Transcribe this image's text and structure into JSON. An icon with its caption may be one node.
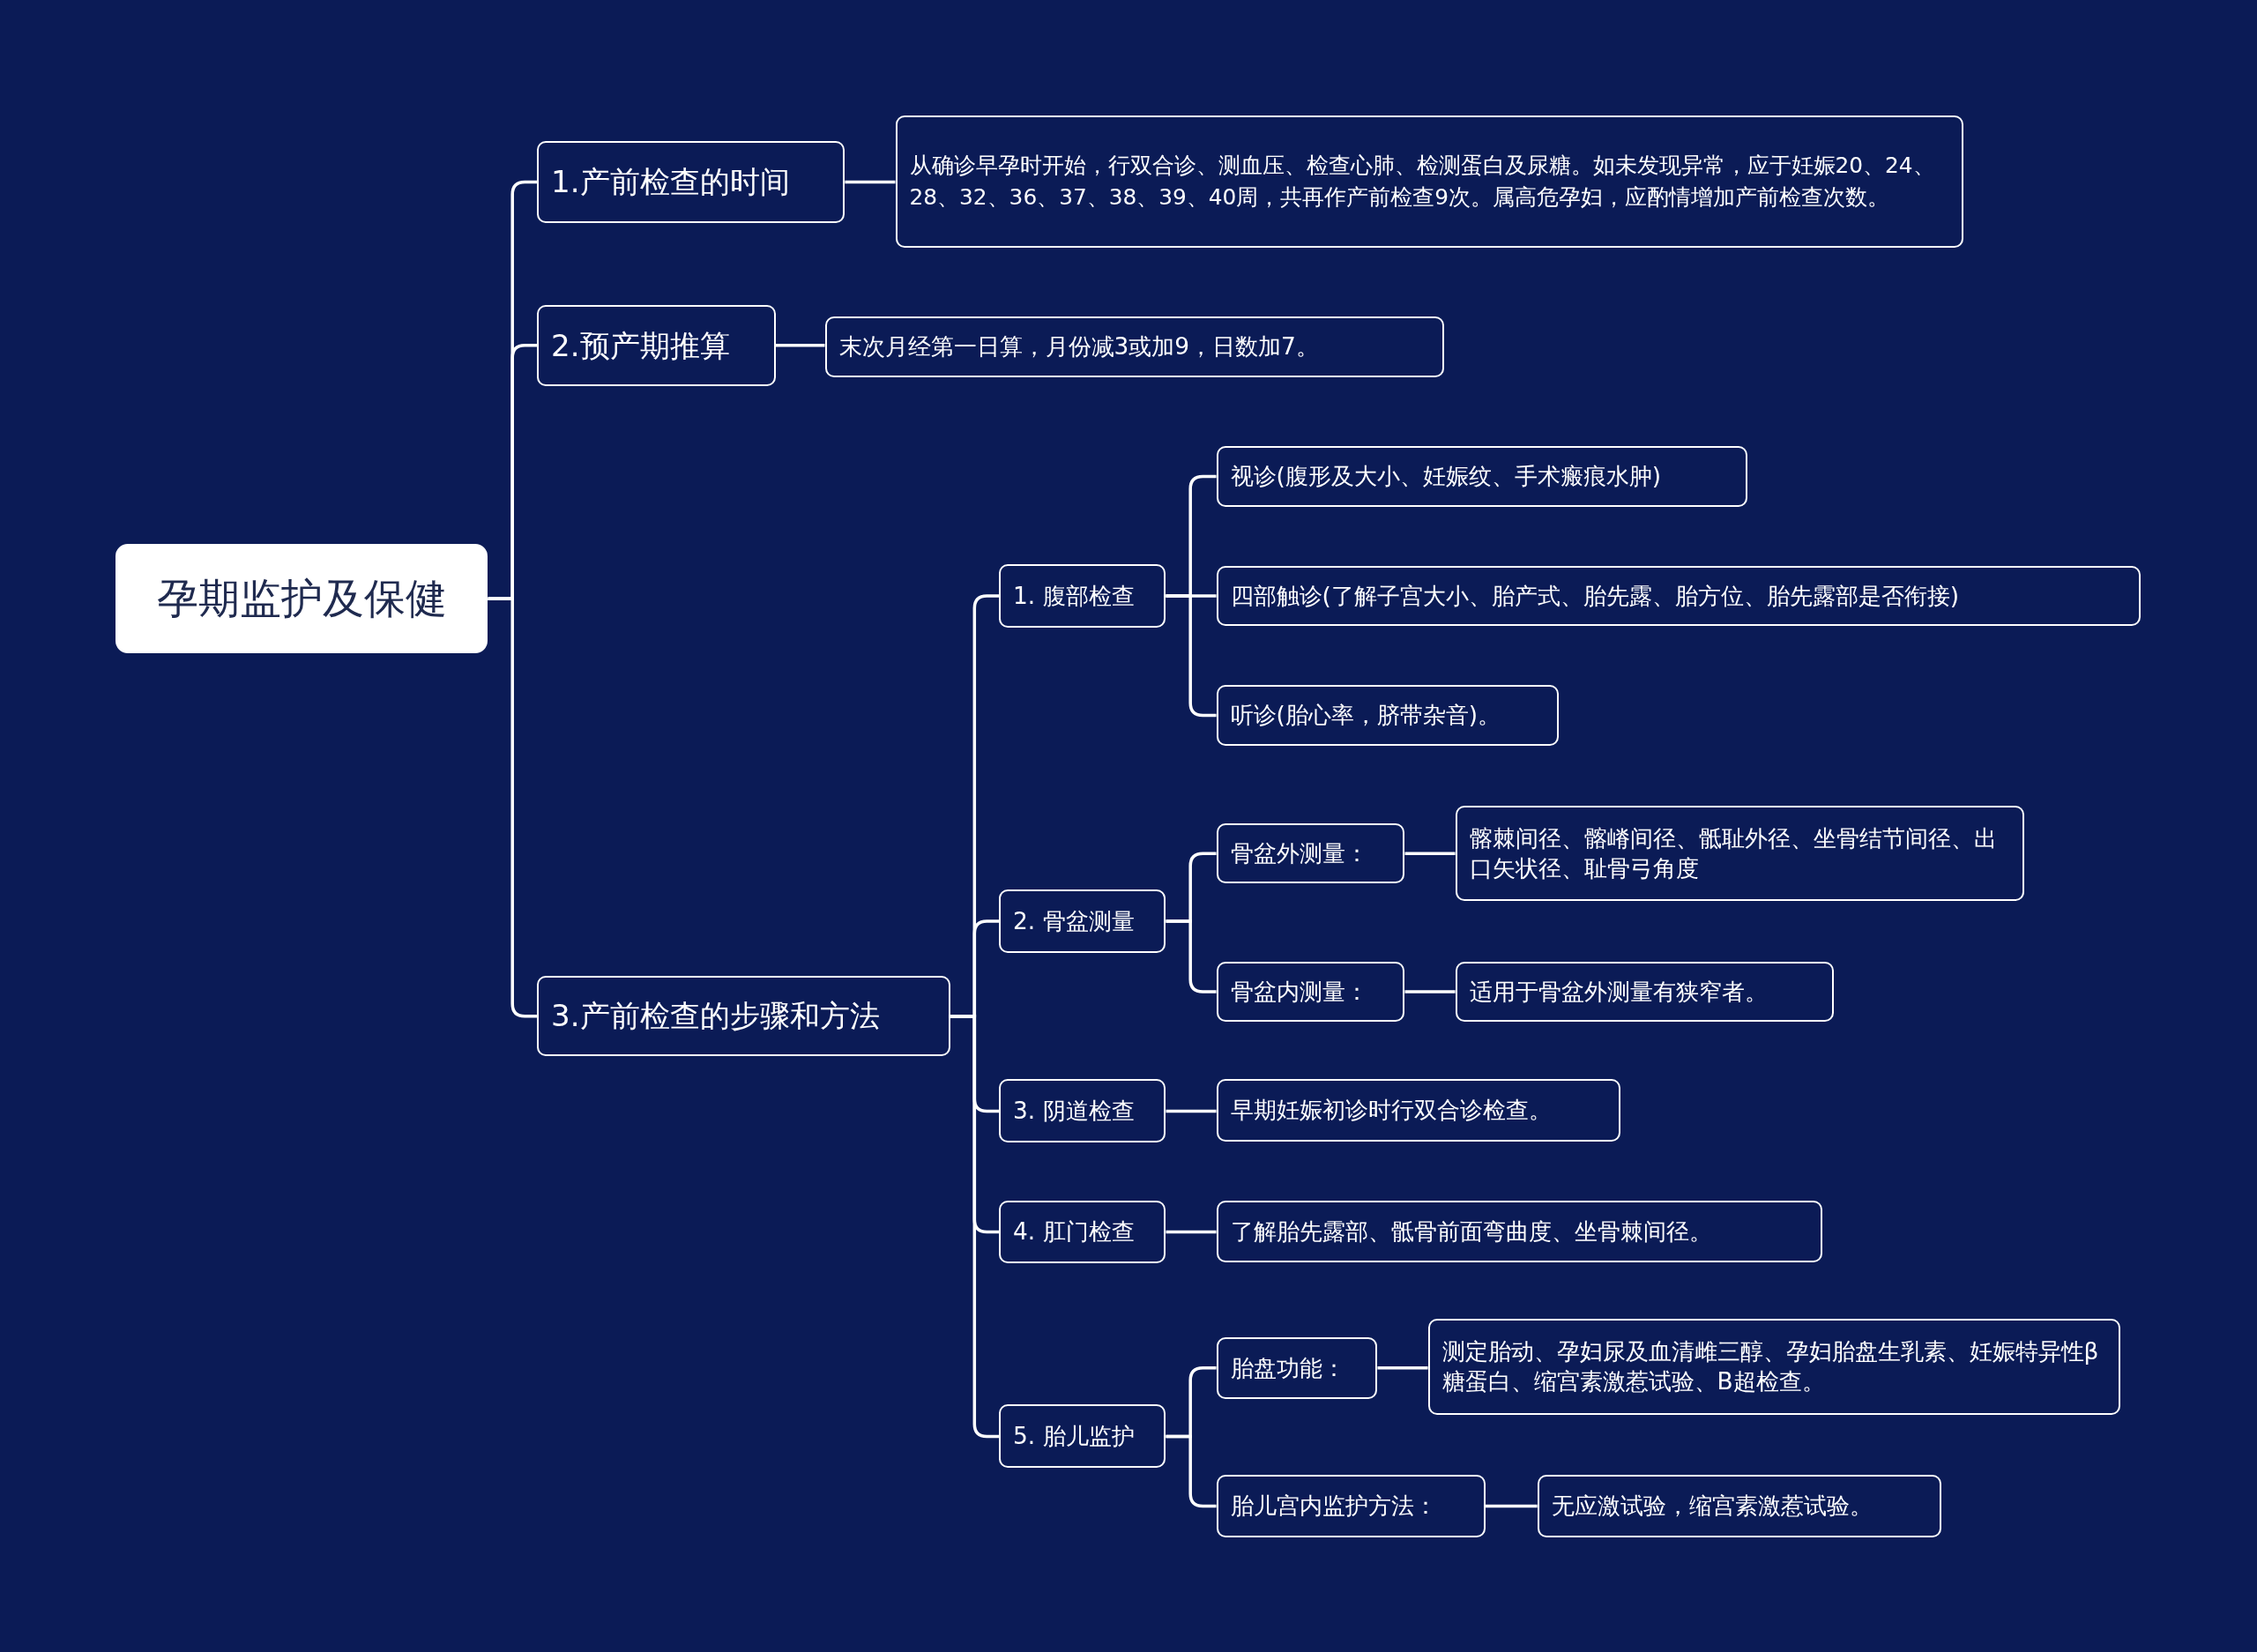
{
  "diagram": {
    "nodes": [
      {
        "text": [
          "孕期监护及保健"
        ]
      },
      {
        "text": [
          "1.产前检查的时间"
        ]
      },
      {
        "text": [
          "从确诊早孕时开始，行双合诊、测血压、检查心肺、检测蛋白及尿糖。如未发现异常，应于妊娠20、24、28、32、36、37、38、39、40周，共再作产前检查9次。属高危孕妇，应酌情增加产前检查次数。"
        ]
      },
      {
        "text": [
          "2.预产期推算"
        ]
      },
      {
        "text": [
          "末次月经第一日算，月份减3或加9，日数加7。"
        ]
      },
      {
        "text": [
          "3.产前检查的步骤和方法"
        ]
      },
      {
        "text": [
          "1. 腹部检查"
        ]
      },
      {
        "text": [
          "视诊(腹形及大小、妊娠纹、手术瘢痕水肿)"
        ]
      },
      {
        "text": [
          "四部触诊(了解子宫大小、胎产式、胎先露、胎方位、胎先露部是否衔接)"
        ]
      },
      {
        "text": [
          "听诊(胎心率，脐带杂音)。"
        ]
      },
      {
        "text": [
          "2. 骨盆测量"
        ]
      },
      {
        "text": [
          "骨盆外测量："
        ]
      },
      {
        "text": [
          "髂棘间径、髂嵴间径、骶耻外径、坐骨结节间径、出口矢状径、耻骨弓角度"
        ]
      },
      {
        "text": [
          "骨盆内测量："
        ]
      },
      {
        "text": [
          "适用于骨盆外测量有狭窄者。"
        ]
      },
      {
        "text": [
          "3. 阴道检查"
        ]
      },
      {
        "text": [
          "早期妊娠初诊时行双合诊检查。"
        ]
      },
      {
        "text": [
          "4. 肛门检查"
        ]
      },
      {
        "text": [
          "了解胎先露部、骶骨前面弯曲度、坐骨棘间径。"
        ]
      },
      {
        "text": [
          "5. 胎儿监护"
        ]
      },
      {
        "text": [
          "胎盘功能："
        ]
      },
      {
        "text": [
          "测定胎动、孕妇尿及血清雌三醇、孕妇胎盘生乳素、妊娠特异性β糖蛋白、缩宫素激惹试验、B超检查。"
        ]
      },
      {
        "text": [
          "胎儿宫内监护方法："
        ]
      },
      {
        "text": [
          "无应激试验，缩宫素激惹试验。"
        ]
      }
    ],
    "edges": [
      {
        "from": 0,
        "to": 1,
        "arrow": "none"
      },
      {
        "from": 1,
        "to": 2,
        "arrow": "none"
      },
      {
        "from": 0,
        "to": 3,
        "arrow": "none"
      },
      {
        "from": 3,
        "to": 4,
        "arrow": "none"
      },
      {
        "from": 0,
        "to": 5,
        "arrow": "none"
      },
      {
        "from": 5,
        "to": 6,
        "arrow": "none"
      },
      {
        "from": 6,
        "to": 7,
        "arrow": "none"
      },
      {
        "from": 6,
        "to": 8,
        "arrow": "none"
      },
      {
        "from": 6,
        "to": 9,
        "arrow": "none"
      },
      {
        "from": 5,
        "to": 10,
        "arrow": "none"
      },
      {
        "from": 10,
        "to": 11,
        "arrow": "none"
      },
      {
        "from": 11,
        "to": 12,
        "arrow": "none"
      },
      {
        "from": 10,
        "to": 13,
        "arrow": "none"
      },
      {
        "from": 13,
        "to": 14,
        "arrow": "none"
      },
      {
        "from": 5,
        "to": 15,
        "arrow": "none"
      },
      {
        "from": 15,
        "to": 16,
        "arrow": "none"
      },
      {
        "from": 5,
        "to": 17,
        "arrow": "none"
      },
      {
        "from": 17,
        "to": 18,
        "arrow": "none"
      },
      {
        "from": 5,
        "to": 19,
        "arrow": "none"
      },
      {
        "from": 19,
        "to": 20,
        "arrow": "none"
      },
      {
        "from": 20,
        "to": 21,
        "arrow": "none"
      },
      {
        "from": 19,
        "to": 22,
        "arrow": "none"
      },
      {
        "from": 22,
        "to": 23,
        "arrow": "none"
      }
    ]
  }
}
